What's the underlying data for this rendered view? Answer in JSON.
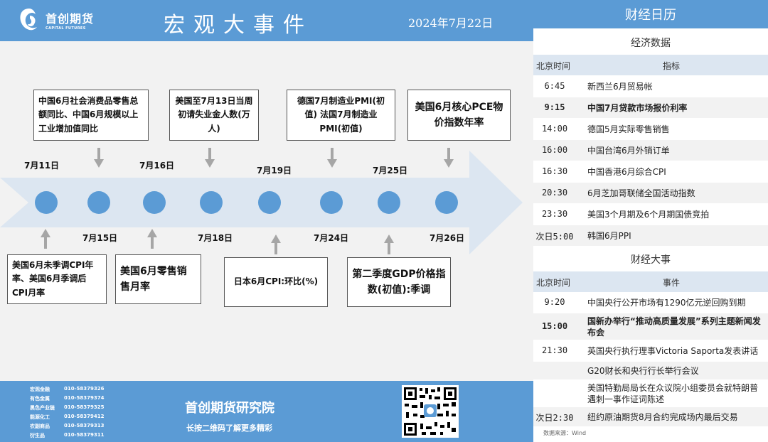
{
  "header": {
    "company_name": "首创期货",
    "company_en": "CAPITAL FUTURES",
    "title": "宏观大事件",
    "date": "2024年7月22日"
  },
  "colors": {
    "accent": "#5b9bd5",
    "band": "#dce6f1",
    "header_row": "#dce6f1"
  },
  "timeline": {
    "top_dates": [
      "7月11日",
      "7月16日",
      "7月19日",
      "7月25日"
    ],
    "bottom_dates": [
      "7月15日",
      "7月18日",
      "7月24日",
      "7月26日"
    ],
    "top_events": [
      "中国6月社会消费品零售总额同比、中国6月规模以上工业增加值同比",
      "美国至7月13日当周初请失业金人数(万人)",
      "德国7月制造业PMI(初值) 法国7月制造业PMI(初值)",
      "美国6月核心PCE物价指数年率"
    ],
    "bottom_events": [
      "美国6月未季调CPI年率、美国6月季调后CPI月率",
      "美国6月零售销售月率",
      "日本6月CPI:环比(%)",
      "第二季度GDP价格指数(初值):季调"
    ]
  },
  "footer": {
    "contacts": [
      {
        "dept": "宏观金融",
        "phone": "010-58379326"
      },
      {
        "dept": "有色金属",
        "phone": "010-58379374"
      },
      {
        "dept": "黑色产业链",
        "phone": "010-58379325"
      },
      {
        "dept": "能源化工",
        "phone": "010-58379412"
      },
      {
        "dept": "农副商品",
        "phone": "010-58379313"
      },
      {
        "dept": "衍生品",
        "phone": "010-58379311"
      }
    ],
    "institute": "首创期货研究院",
    "slogan": "长按二维码了解更多精彩"
  },
  "calendar": {
    "title": "财经日历",
    "econ_title": "经济数据",
    "econ_col_time": "北京时间",
    "econ_col_item": "指标",
    "econ_rows": [
      {
        "time": "6:45",
        "text": "新西兰6月贸易帐"
      },
      {
        "time": "9:15",
        "text": "中国7月贷款市场报价利率"
      },
      {
        "time": "14:00",
        "text": "德国5月实际零售销售"
      },
      {
        "time": "16:00",
        "text": "中国台湾6月外销订单"
      },
      {
        "time": "16:30",
        "text": "中国香港6月综合CPI"
      },
      {
        "time": "20:30",
        "text": "6月芝加哥联储全国活动指数"
      },
      {
        "time": "23:30",
        "text": "美国3个月期及6个月期国债竞拍"
      },
      {
        "time": "次日5:00",
        "text": "韩国6月PPI"
      }
    ],
    "events_title": "财经大事",
    "events_col_time": "北京时间",
    "events_col_item": "事件",
    "event_rows": [
      {
        "time": "9:20",
        "text": "中国央行公开市场有1290亿元逆回购到期"
      },
      {
        "time": "15:00",
        "text": "国新办举行“推动高质量发展”系列主题新闻发布会"
      },
      {
        "time": "21:30",
        "text": "英国央行执行理事Victoria Saporta发表讲话"
      },
      {
        "time": "",
        "text": "G20财长和央行行长举行会议"
      },
      {
        "time": "",
        "text": "美国特勤局局长在众议院小组委员会就特朗普遇刺一事作证词陈述"
      },
      {
        "time": "次日2:30",
        "text": "纽约原油期货8月合约完成场内最后交易"
      }
    ],
    "source": "数据来源：Wind"
  }
}
